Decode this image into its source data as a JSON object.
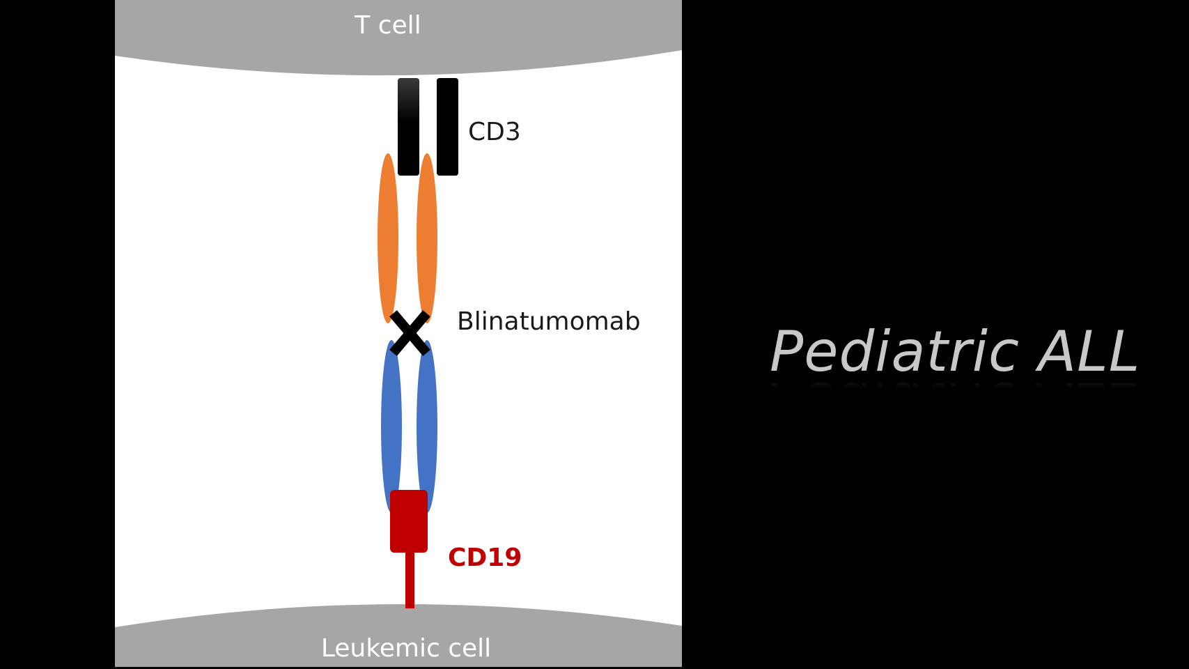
{
  "diagram": {
    "t_cell_label": "T cell",
    "leukemic_cell_label": "Leukemic cell",
    "cd3_label": "CD3",
    "blinatumomab_label": "Blinatumomab",
    "cd19_label": "CD19",
    "colors": {
      "background": "#000000",
      "panel": "#ffffff",
      "cell": "#a6a6a6",
      "cell_label": "#ffffff",
      "cd3": "#000000",
      "anti_cd3_domain": "#ed7d31",
      "anti_cd19_domain": "#4472c4",
      "linker": "#000000",
      "cd19": "#c00000",
      "label": "#1a1a1a"
    }
  },
  "title": {
    "text": "Pediatric ALL",
    "color": "#c8c8c8"
  }
}
